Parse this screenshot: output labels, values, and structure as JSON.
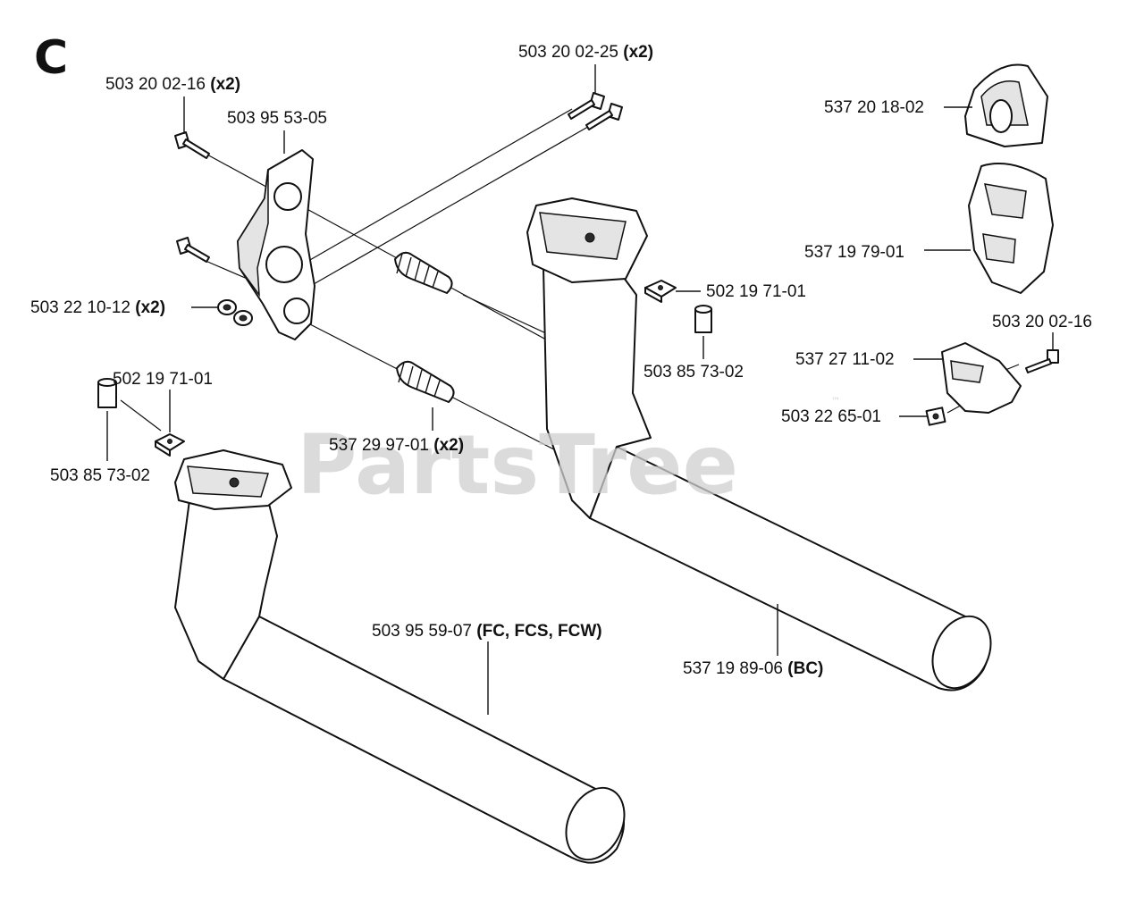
{
  "section_letter": "C",
  "watermark": "PartsTree",
  "watermark_mark": "™",
  "labels": [
    {
      "id": "screw-top-left",
      "num": "503 20 02-16",
      "qty": "(x2)"
    },
    {
      "id": "screw-top-mid",
      "num": "503 20 02-25",
      "qty": "(x2)"
    },
    {
      "id": "bracket",
      "num": "503 95 53-05",
      "qty": ""
    },
    {
      "id": "nut-left",
      "num": "503 22 10-12",
      "qty": "(x2)"
    },
    {
      "id": "square-nut-right",
      "num": "502 19 71-01",
      "qty": ""
    },
    {
      "id": "spacer-right",
      "num": "503 85 73-02",
      "qty": ""
    },
    {
      "id": "square-nut-left",
      "num": "502 19 71-01",
      "qty": ""
    },
    {
      "id": "spacer-left",
      "num": "503 85 73-02",
      "qty": ""
    },
    {
      "id": "spring",
      "num": "537 29 97-01",
      "qty": "(x2)"
    },
    {
      "id": "handle-fc",
      "num": "503 95 59-07",
      "qty": "(FC, FCS, FCW)"
    },
    {
      "id": "handle-bc",
      "num": "537 19 89-06",
      "qty": "(BC)"
    },
    {
      "id": "clip-top",
      "num": "537 20 18-02",
      "qty": ""
    },
    {
      "id": "clip-mid",
      "num": "537 19 79-01",
      "qty": ""
    },
    {
      "id": "screw-right",
      "num": "503 20 02-16",
      "qty": ""
    },
    {
      "id": "clamp",
      "num": "537 27 11-02",
      "qty": ""
    },
    {
      "id": "nut-right",
      "num": "503 22 65-01",
      "qty": ""
    }
  ]
}
